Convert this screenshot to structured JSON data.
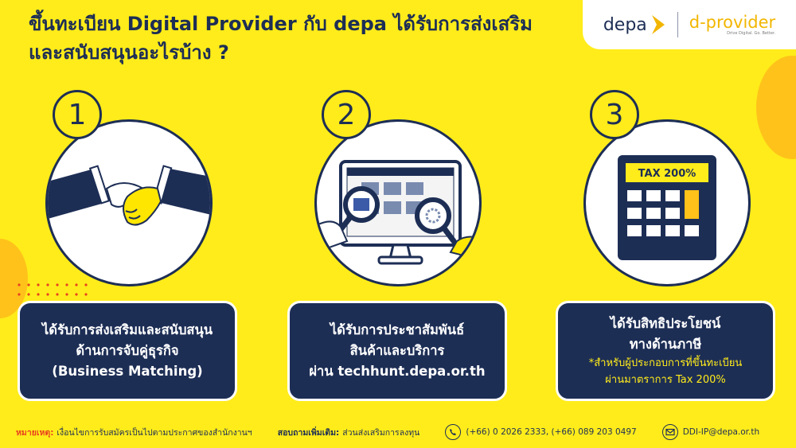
{
  "title": {
    "line1": "ขึ้นทะเบียน Digital Provider กับ depa ได้รับการส่งเสริม",
    "line2": "และสนับสนุนอะไรบ้าง ?"
  },
  "logo": {
    "depa": "depa",
    "dprovider": "d-provider",
    "tagline": "Drive Digital. Go. Better."
  },
  "benefits": [
    {
      "number": "1",
      "lines": [
        "ได้รับการส่งเสริมและสนับสนุน",
        "ด้านการจับคู่ธุรกิจ",
        "(Business Matching)"
      ],
      "icon": "handshake-icon"
    },
    {
      "number": "2",
      "lines": [
        "ได้รับการประชาสัมพันธ์",
        "สินค้าและบริการ",
        "ผ่าน techhunt.depa.or.th"
      ],
      "icon": "monitor-magnifier-icon"
    },
    {
      "number": "3",
      "lines": [
        "ได้รับสิทธิประโยชน์",
        "ทางด้านภาษี"
      ],
      "notes": [
        "*สำหรับผู้ประกอบการที่ขึ้นทะเบียน",
        "ผ่านมาตราการ Tax 200%"
      ],
      "calculator_label": "TAX 200%",
      "icon": "calculator-icon"
    }
  ],
  "footer": {
    "remark_label": "หมายเหตุ:",
    "remark_text": "เงื่อนไขการรับสมัครเป็นไปตามประกาศของสำนักงานฯ",
    "contact_label": "สอบถามเพิ่มเติม:",
    "contact_text": "ส่วนส่งเสริมการลงทุน",
    "phone": "(+66) 0 2026 2333, (+66) 089 203 0497",
    "email": "DDI-IP@depa.or.th"
  },
  "colors": {
    "background": "#FFEC1A",
    "navy": "#1D2E55",
    "accent_red": "#E8431F",
    "orange": "#FFC21A"
  }
}
